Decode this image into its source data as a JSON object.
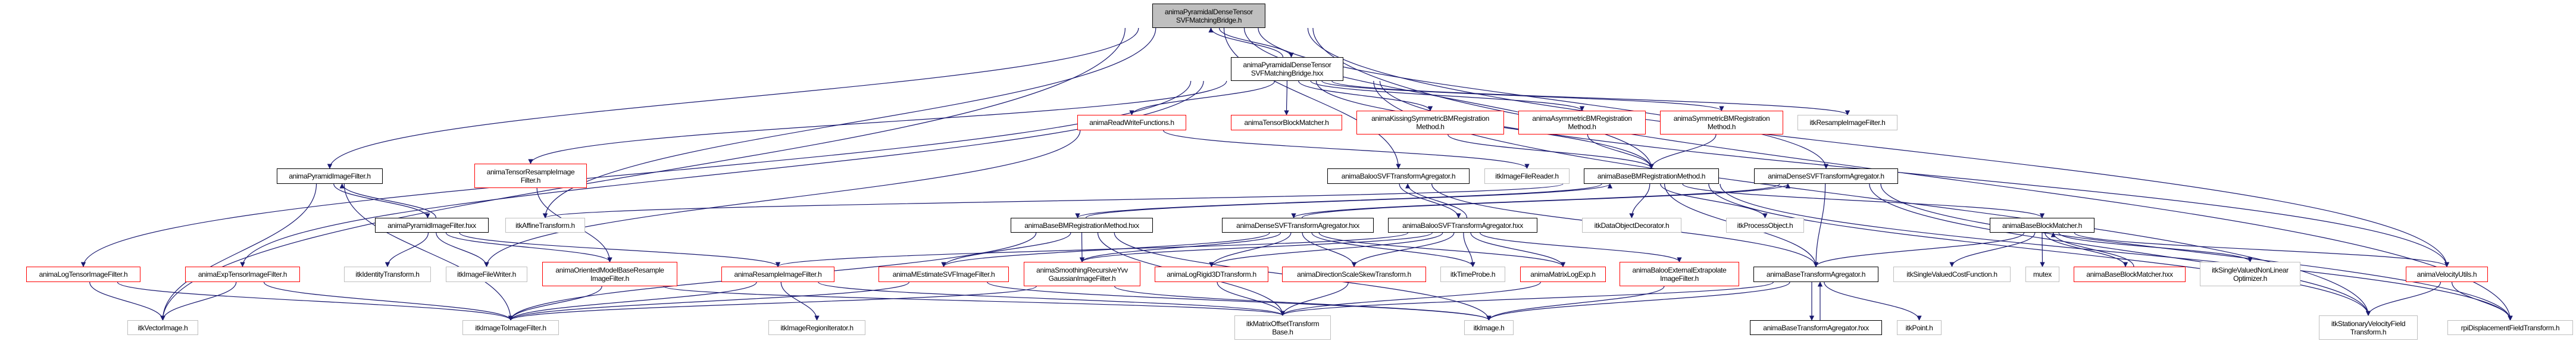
{
  "colors": {
    "edge": "#191970",
    "red_border": "#ff0000",
    "external_border": "#bfbfbf",
    "current_fill": "#bfbfbf"
  },
  "nodes": [
    {
      "id": "top",
      "label": "animaPyramidalDenseTensor\nSVFMatchingBridge.h",
      "kind": "current"
    },
    {
      "id": "bridge",
      "label": "animaPyramidalDenseTensor\nSVFMatchingBridge.hxx",
      "kind": "doc"
    },
    {
      "id": "readwrite",
      "label": "animaReadWriteFunctions.h",
      "kind": "red"
    },
    {
      "id": "tensorbm",
      "label": "animaTensorBlockMatcher.h",
      "kind": "red"
    },
    {
      "id": "kissing",
      "label": "animaKissingSymmetricBMRegistration\nMethod.h",
      "kind": "red"
    },
    {
      "id": "asym",
      "label": "animaAsymmetricBMRegistration\nMethod.h",
      "kind": "red"
    },
    {
      "id": "sym",
      "label": "animaSymmetricBMRegistration\nMethod.h",
      "kind": "red"
    },
    {
      "id": "itkresample",
      "label": "itkResampleImageFilter.h",
      "kind": "ext"
    },
    {
      "id": "pyrh",
      "label": "animaPyramidImageFilter.h",
      "kind": "doc"
    },
    {
      "id": "tensorres",
      "label": "animaTensorResampleImage\nFilter.h",
      "kind": "red"
    },
    {
      "id": "balooh",
      "label": "animaBalooSVFTransformAgregator.h",
      "kind": "doc"
    },
    {
      "id": "itkreader",
      "label": "itkImageFileReader.h",
      "kind": "ext"
    },
    {
      "id": "bmregh",
      "label": "animaBaseBMRegistrationMethod.h",
      "kind": "doc"
    },
    {
      "id": "densesvfh",
      "label": "animaDenseSVFTransformAgregator.h",
      "kind": "doc"
    },
    {
      "id": "pyrhxx",
      "label": "animaPyramidImageFilter.hxx",
      "kind": "doc"
    },
    {
      "id": "itkaffine",
      "label": "itkAffineTransform.h",
      "kind": "ext"
    },
    {
      "id": "bmreghxx",
      "label": "animaBaseBMRegistrationMethod.hxx",
      "kind": "doc"
    },
    {
      "id": "densesvfhxx",
      "label": "animaDenseSVFTransformAgregator.hxx",
      "kind": "doc"
    },
    {
      "id": "baloohxx",
      "label": "animaBalooSVFTransformAgregator.hxx",
      "kind": "doc"
    },
    {
      "id": "itkdod",
      "label": "itkDataObjectDecorator.h",
      "kind": "ext"
    },
    {
      "id": "itkprocess",
      "label": "itkProcessObject.h",
      "kind": "ext"
    },
    {
      "id": "blockmatcherh",
      "label": "animaBaseBlockMatcher.h",
      "kind": "doc"
    },
    {
      "id": "logtensor",
      "label": "animaLogTensorImageFilter.h",
      "kind": "red"
    },
    {
      "id": "exptensor",
      "label": "animaExpTensorImageFilter.h",
      "kind": "red"
    },
    {
      "id": "itkidentity",
      "label": "itkIdentityTransform.h",
      "kind": "ext"
    },
    {
      "id": "itkwriter",
      "label": "itkImageFileWriter.h",
      "kind": "ext"
    },
    {
      "id": "oriented",
      "label": "animaOrientedModelBaseResample\nImageFilter.h",
      "kind": "red"
    },
    {
      "id": "resample",
      "label": "animaResampleImageFilter.h",
      "kind": "red"
    },
    {
      "id": "mestimate",
      "label": "animaMEstimateSVFImageFilter.h",
      "kind": "red"
    },
    {
      "id": "smoothing",
      "label": "animaSmoothingRecursiveYvv\nGaussianImageFilter.h",
      "kind": "red"
    },
    {
      "id": "logrigid",
      "label": "animaLogRigid3DTransform.h",
      "kind": "red"
    },
    {
      "id": "dirscale",
      "label": "animaDirectionScaleSkewTransform.h",
      "kind": "red"
    },
    {
      "id": "timeprobe",
      "label": "itkTimeProbe.h",
      "kind": "ext"
    },
    {
      "id": "matrixlogexp",
      "label": "animaMatrixLogExp.h",
      "kind": "red"
    },
    {
      "id": "balooext",
      "label": "animaBalooExternalExtrapolate\nImageFilter.h",
      "kind": "red"
    },
    {
      "id": "basetransh",
      "label": "animaBaseTransformAgregator.h",
      "kind": "doc"
    },
    {
      "id": "itkcost",
      "label": "itkSingleValuedCostFunction.h",
      "kind": "ext"
    },
    {
      "id": "mutex",
      "label": "mutex",
      "kind": "ext"
    },
    {
      "id": "blockmatcherhxx",
      "label": "animaBaseBlockMatcher.hxx",
      "kind": "red"
    },
    {
      "id": "itkoptim",
      "label": "itkSingleValuedNonLinear\nOptimizer.h",
      "kind": "ext"
    },
    {
      "id": "velocity",
      "label": "animaVelocityUtils.h",
      "kind": "red"
    },
    {
      "id": "vectorimage",
      "label": "itkVectorImage.h",
      "kind": "ext"
    },
    {
      "id": "imagetoimage",
      "label": "itkImageToImageFilter.h",
      "kind": "ext"
    },
    {
      "id": "regioniter",
      "label": "itkImageRegionIterator.h",
      "kind": "ext"
    },
    {
      "id": "matrixoffset",
      "label": "itkMatrixOffsetTransform\nBase.h",
      "kind": "ext"
    },
    {
      "id": "itkimage",
      "label": "itkImage.h",
      "kind": "ext"
    },
    {
      "id": "basetranshxx",
      "label": "animaBaseTransformAgregator.hxx",
      "kind": "doc"
    },
    {
      "id": "itkpoint",
      "label": "itkPoint.h",
      "kind": "ext"
    },
    {
      "id": "stationary",
      "label": "itkStationaryVelocityField\nTransform.h",
      "kind": "ext"
    },
    {
      "id": "rpi",
      "label": "rpiDisplacementFieldTransform.h",
      "kind": "ext"
    }
  ],
  "edges": [
    [
      "top",
      "bridge"
    ],
    [
      "bridge",
      "top"
    ],
    [
      "top",
      "vectorimage"
    ],
    [
      "top",
      "pyrh"
    ],
    [
      "top",
      "itkaffine"
    ],
    [
      "top",
      "balooh"
    ],
    [
      "top",
      "bmregh"
    ],
    [
      "top",
      "densesvfh"
    ],
    [
      "top",
      "velocity"
    ],
    [
      "top",
      "rpi"
    ],
    [
      "bridge",
      "logtensor"
    ],
    [
      "bridge",
      "exptensor"
    ],
    [
      "bridge",
      "tensorres"
    ],
    [
      "bridge",
      "readwrite"
    ],
    [
      "bridge",
      "tensorbm"
    ],
    [
      "bridge",
      "kissing"
    ],
    [
      "bridge",
      "asym"
    ],
    [
      "bridge",
      "sym"
    ],
    [
      "bridge",
      "itkresample"
    ],
    [
      "bridge",
      "stationary"
    ],
    [
      "bridge",
      "velocity"
    ],
    [
      "bridge",
      "bmregh"
    ],
    [
      "pyrh",
      "pyrhxx"
    ],
    [
      "pyrhxx",
      "pyrh"
    ],
    [
      "pyrh",
      "vectorimage"
    ],
    [
      "pyrh",
      "imagetoimage"
    ],
    [
      "pyrhxx",
      "itkidentity"
    ],
    [
      "pyrhxx",
      "itkwriter"
    ],
    [
      "pyrhxx",
      "oriented"
    ],
    [
      "pyrhxx",
      "resample"
    ],
    [
      "tensorres",
      "oriented"
    ],
    [
      "readwrite",
      "itkwriter"
    ],
    [
      "readwrite",
      "itkreader"
    ],
    [
      "kissing",
      "bmregh"
    ],
    [
      "asym",
      "bmregh"
    ],
    [
      "sym",
      "bmregh"
    ],
    [
      "bmregh",
      "bmreghxx"
    ],
    [
      "bmreghxx",
      "bmregh"
    ],
    [
      "bmregh",
      "itkdod"
    ],
    [
      "bmregh",
      "itkprocess"
    ],
    [
      "bmregh",
      "basetransh"
    ],
    [
      "bmregh",
      "blockmatcherh"
    ],
    [
      "bmregh",
      "itkaffine"
    ],
    [
      "bmregh",
      "stationary"
    ],
    [
      "bmregh",
      "rpi"
    ],
    [
      "bmreghxx",
      "smoothing"
    ],
    [
      "bmreghxx",
      "mestimate"
    ],
    [
      "bmreghxx",
      "imagetoimage"
    ],
    [
      "bmreghxx",
      "matrixoffset"
    ],
    [
      "bmreghxx",
      "itkimage"
    ],
    [
      "densesvfh",
      "densesvfhxx"
    ],
    [
      "densesvfhxx",
      "densesvfh"
    ],
    [
      "densesvfh",
      "basetransh"
    ],
    [
      "densesvfh",
      "stationary"
    ],
    [
      "densesvfh",
      "rpi"
    ],
    [
      "densesvfhxx",
      "mestimate"
    ],
    [
      "densesvfhxx",
      "logrigid"
    ],
    [
      "densesvfhxx",
      "dirscale"
    ],
    [
      "densesvfhxx",
      "timeprobe"
    ],
    [
      "densesvfhxx",
      "matrixlogexp"
    ],
    [
      "densesvfhxx",
      "smoothing"
    ],
    [
      "balooh",
      "baloohxx"
    ],
    [
      "baloohxx",
      "balooh"
    ],
    [
      "balooh",
      "basetransh"
    ],
    [
      "baloohxx",
      "logrigid"
    ],
    [
      "baloohxx",
      "dirscale"
    ],
    [
      "baloohxx",
      "timeprobe"
    ],
    [
      "baloohxx",
      "matrixlogexp"
    ],
    [
      "baloohxx",
      "balooext"
    ],
    [
      "baloohxx",
      "resample"
    ],
    [
      "baloohxx",
      "smoothing"
    ],
    [
      "blockmatcherh",
      "basetransh"
    ],
    [
      "blockmatcherh",
      "itkcost"
    ],
    [
      "blockmatcherh",
      "mutex"
    ],
    [
      "blockmatcherh",
      "blockmatcherhxx"
    ],
    [
      "blockmatcherhxx",
      "blockmatcherh"
    ],
    [
      "blockmatcherh",
      "itkoptim"
    ],
    [
      "blockmatcherh",
      "velocity"
    ],
    [
      "basetransh",
      "basetranshxx"
    ],
    [
      "basetranshxx",
      "basetransh"
    ],
    [
      "basetransh",
      "itkpoint"
    ],
    [
      "basetransh",
      "itkimage"
    ],
    [
      "basetransh",
      "matrixoffset"
    ],
    [
      "velocity",
      "stationary"
    ],
    [
      "velocity",
      "rpi"
    ],
    [
      "logtensor",
      "vectorimage"
    ],
    [
      "logtensor",
      "imagetoimage"
    ],
    [
      "exptensor",
      "vectorimage"
    ],
    [
      "exptensor",
      "imagetoimage"
    ],
    [
      "oriented",
      "imagetoimage"
    ],
    [
      "oriented",
      "matrixoffset"
    ],
    [
      "resample",
      "imagetoimage"
    ],
    [
      "resample",
      "regioniter"
    ],
    [
      "resample",
      "matrixoffset"
    ],
    [
      "mestimate",
      "imagetoimage"
    ],
    [
      "mestimate",
      "itkimage"
    ],
    [
      "smoothing",
      "itkimage"
    ],
    [
      "smoothing",
      "imagetoimage"
    ],
    [
      "logrigid",
      "matrixoffset"
    ],
    [
      "dirscale",
      "matrixoffset"
    ],
    [
      "matrixlogexp",
      "matrixoffset"
    ],
    [
      "balooext",
      "itkimage"
    ]
  ]
}
